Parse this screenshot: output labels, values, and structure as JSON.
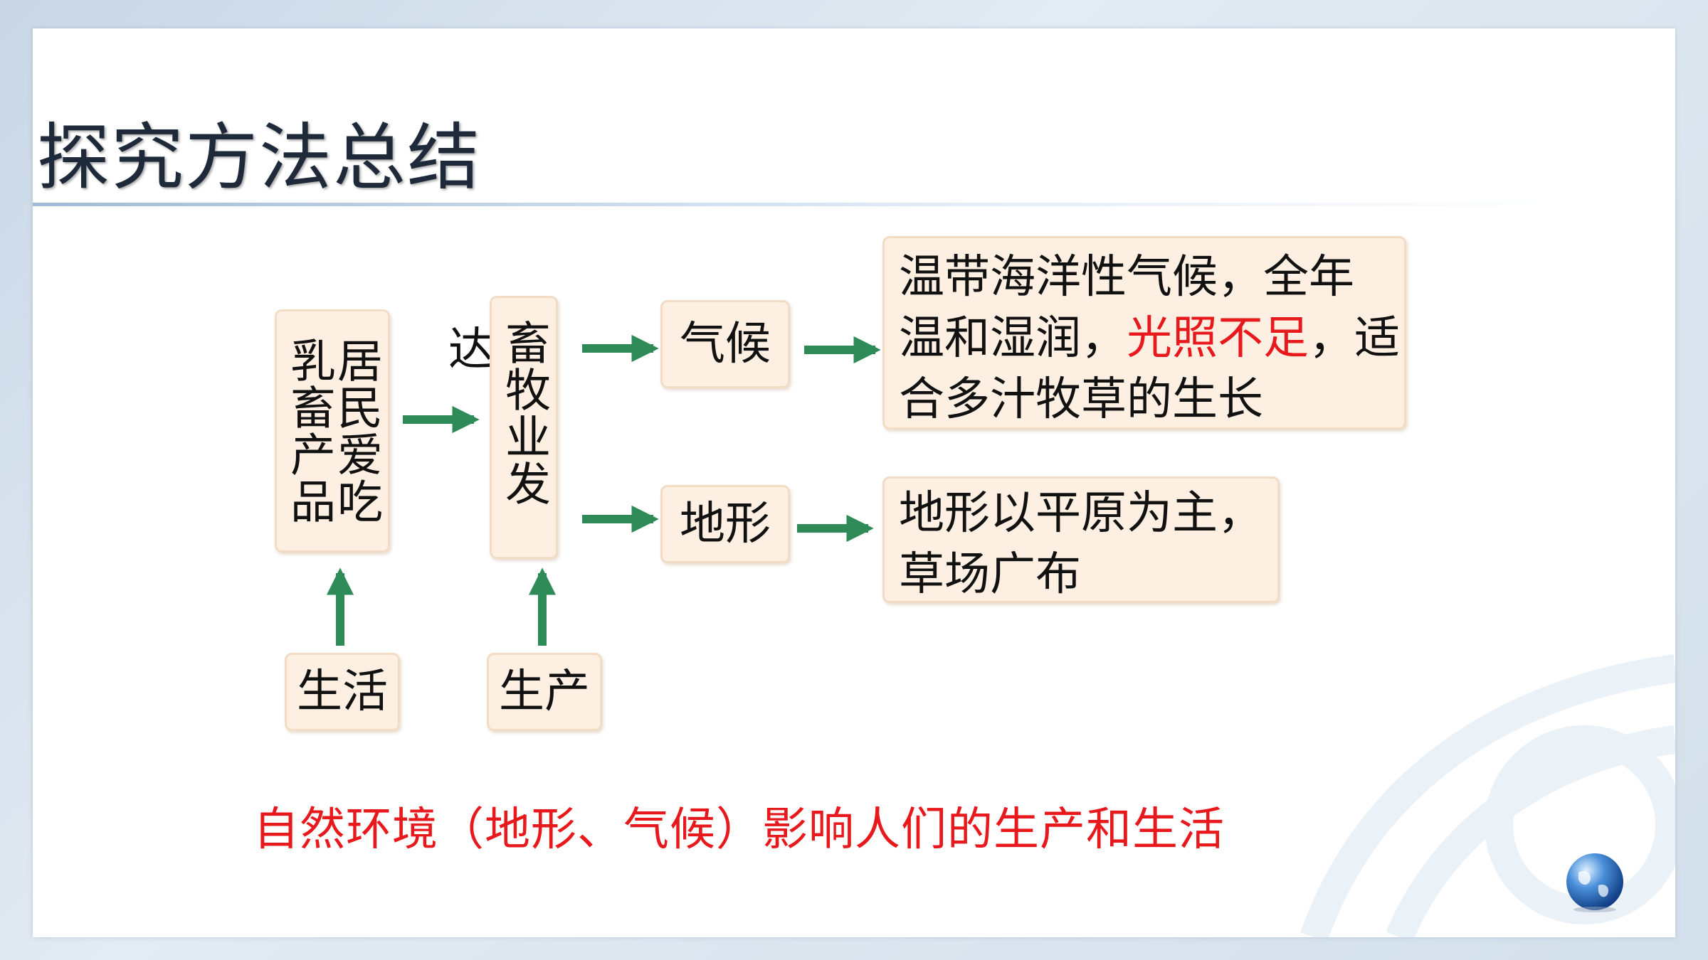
{
  "title": "探究方法总结",
  "boxes": {
    "residents": "居民爱吃乳畜产品",
    "industry_prefix": "达",
    "industry": "畜牧业发",
    "climate": "气候",
    "terrain": "地形",
    "life": "生活",
    "production": "生产",
    "climate_detail": {
      "line1": "温带海洋性气候，全年",
      "line2_a": "温和湿润，",
      "line2_highlight": "光照不足",
      "line2_b": "，适",
      "line3": "合多汁牧草的生长"
    },
    "terrain_detail": {
      "line1": "地形以平原为主，",
      "line2": "草场广布"
    }
  },
  "conclusion": "自然环境（地形、气候）影响人们的生产和生活",
  "colors": {
    "arrow": "#2e8b57",
    "highlight": "#e8191c",
    "box_fill": "#fdf0e2",
    "box_border": "#f3dcc4"
  },
  "icons": [
    "globe-icon"
  ]
}
